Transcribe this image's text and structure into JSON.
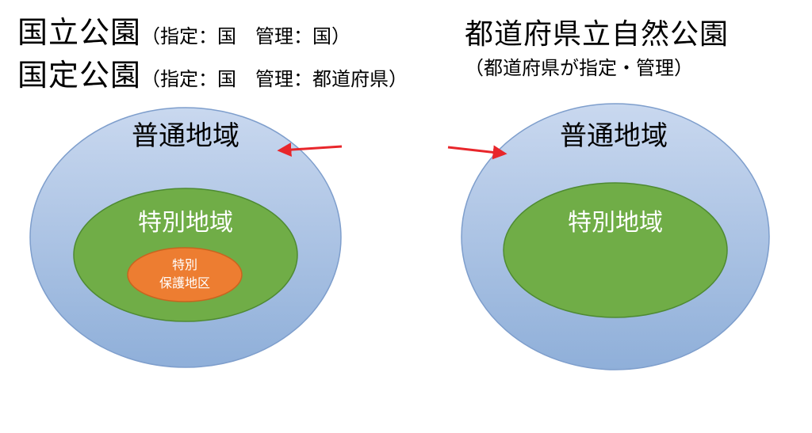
{
  "left_titles": [
    {
      "name": "国立公園",
      "note": "（指定：国　管理：国）"
    },
    {
      "name": "国定公園",
      "note": "（指定：国　管理：都道府県）"
    }
  ],
  "right_title": {
    "name": "都道府県立自然公園",
    "note": "（都道府県が指定・管理）"
  },
  "left_diagram": {
    "outer_label": "普通地域",
    "middle_label": "特別地域",
    "inner_label_line1": "特別",
    "inner_label_line2": "保護地区"
  },
  "right_diagram": {
    "outer_label": "普通地域",
    "inner_label": "特別地域"
  },
  "colors": {
    "outer_fill_top": "#C9D8EF",
    "outer_fill_bottom": "#8FAFD9",
    "outer_stroke": "#7E9ECC",
    "green_fill": "#70AD47",
    "green_stroke": "#4E8A32",
    "orange_fill": "#ED7D31",
    "orange_stroke": "#C8641F",
    "arrow": "#E8262B"
  }
}
